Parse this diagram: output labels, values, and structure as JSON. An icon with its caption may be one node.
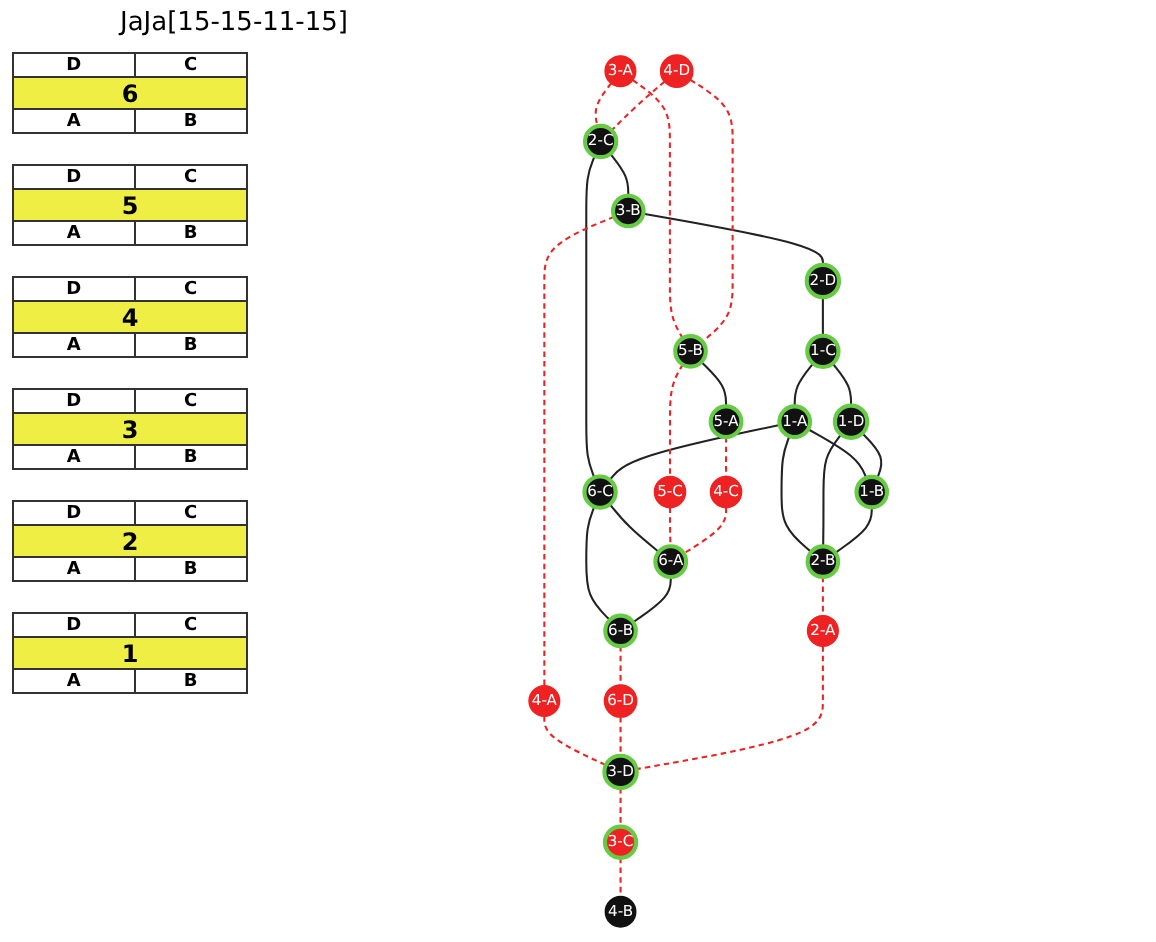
{
  "diagram": {
    "title": "JaJa[15-15-11-15]",
    "nodes": [
      {
        "text": [
          "5-A"
        ]
      },
      {
        "text": [
          "5-B"
        ]
      },
      {
        "text": [
          "3-A"
        ]
      },
      {
        "text": [
          "4-D"
        ]
      },
      {
        "text": [
          "5-C"
        ]
      },
      {
        "text": [
          "4-C"
        ]
      },
      {
        "text": [
          "2-C"
        ]
      },
      {
        "text": [
          "6-A"
        ]
      },
      {
        "text": [
          "6-C"
        ]
      },
      {
        "text": [
          "3-B"
        ]
      },
      {
        "text": [
          "6-B"
        ]
      },
      {
        "text": [
          "2-D"
        ]
      },
      {
        "text": [
          "4-A"
        ]
      },
      {
        "text": [
          "6-D"
        ]
      },
      {
        "text": [
          "1-C"
        ]
      },
      {
        "text": [
          "1-A"
        ]
      },
      {
        "text": [
          "3-D"
        ]
      },
      {
        "text": [
          "1-B"
        ]
      },
      {
        "text": [
          "1-D"
        ]
      },
      {
        "text": [
          "2-B"
        ]
      },
      {
        "text": [
          "2-A"
        ]
      },
      {
        "text": [
          "3-C"
        ]
      },
      {
        "text": [
          "4-B"
        ]
      }
    ],
    "edges": [
      {
        "from": 1,
        "to": 0,
        "arrow": "none"
      },
      {
        "from": 6,
        "to": 8,
        "arrow": "none"
      },
      {
        "from": 8,
        "to": 7,
        "arrow": "none"
      },
      {
        "from": 8,
        "to": 10,
        "arrow": "none"
      },
      {
        "from": 7,
        "to": 10,
        "arrow": "none"
      },
      {
        "from": 6,
        "to": 9,
        "arrow": "none"
      },
      {
        "from": 9,
        "to": 11,
        "arrow": "none"
      },
      {
        "from": 11,
        "to": 14,
        "arrow": "none"
      },
      {
        "from": 14,
        "to": 15,
        "arrow": "none"
      },
      {
        "from": 15,
        "to": 8,
        "arrow": "none"
      },
      {
        "from": 14,
        "to": 18,
        "arrow": "none"
      },
      {
        "from": 15,
        "to": 17,
        "arrow": "none"
      },
      {
        "from": 15,
        "to": 19,
        "arrow": "none"
      },
      {
        "from": 18,
        "to": 17,
        "arrow": "none"
      },
      {
        "from": 18,
        "to": 19,
        "arrow": "none"
      },
      {
        "from": 17,
        "to": 19,
        "arrow": "none"
      },
      {
        "from": 2,
        "to": 1,
        "arrow": "none",
        "style": "dashed",
        "color": "#ee2222"
      },
      {
        "from": 2,
        "to": 6,
        "arrow": "none",
        "style": "dashed",
        "color": "#ee2222"
      },
      {
        "from": 3,
        "to": 1,
        "arrow": "none",
        "style": "dashed",
        "color": "#ee2222"
      },
      {
        "from": 3,
        "to": 6,
        "arrow": "none",
        "style": "dashed",
        "color": "#ee2222"
      },
      {
        "from": 1,
        "to": 4,
        "arrow": "none",
        "style": "dashed",
        "color": "#ee2222"
      },
      {
        "from": 4,
        "to": 7,
        "arrow": "none",
        "style": "dashed",
        "color": "#ee2222"
      },
      {
        "from": 0,
        "to": 5,
        "arrow": "none",
        "style": "dashed",
        "color": "#ee2222"
      },
      {
        "from": 5,
        "to": 7,
        "arrow": "none",
        "style": "dashed",
        "color": "#ee2222"
      },
      {
        "from": 9,
        "to": 12,
        "arrow": "none",
        "style": "dashed",
        "color": "#ee2222"
      },
      {
        "from": 12,
        "to": 16,
        "arrow": "none",
        "style": "dashed",
        "color": "#ee2222"
      },
      {
        "from": 10,
        "to": 13,
        "arrow": "none",
        "style": "dashed",
        "color": "#ee2222"
      },
      {
        "from": 13,
        "to": 16,
        "arrow": "none",
        "style": "dashed",
        "color": "#ee2222"
      },
      {
        "from": 19,
        "to": 20,
        "arrow": "none",
        "style": "dashed",
        "color": "#ee2222"
      },
      {
        "from": 20,
        "to": 16,
        "arrow": "none",
        "style": "dashed",
        "color": "#ee2222"
      },
      {
        "from": 16,
        "to": 21,
        "arrow": "none",
        "style": "dashed",
        "color": "#ee2222"
      },
      {
        "from": 21,
        "to": 22,
        "arrow": "none",
        "style": "dashed",
        "color": "#ee2222"
      }
    ],
    "labels": [
      "D",
      "C",
      "6",
      "A",
      "B",
      "D",
      "C",
      "5",
      "A",
      "B",
      "D",
      "C",
      "4",
      "A",
      "B",
      "D",
      "C",
      "3",
      "A",
      "B",
      "D",
      "C",
      "2",
      "A",
      "B",
      "D",
      "C",
      "1",
      "A",
      "B"
    ]
  }
}
